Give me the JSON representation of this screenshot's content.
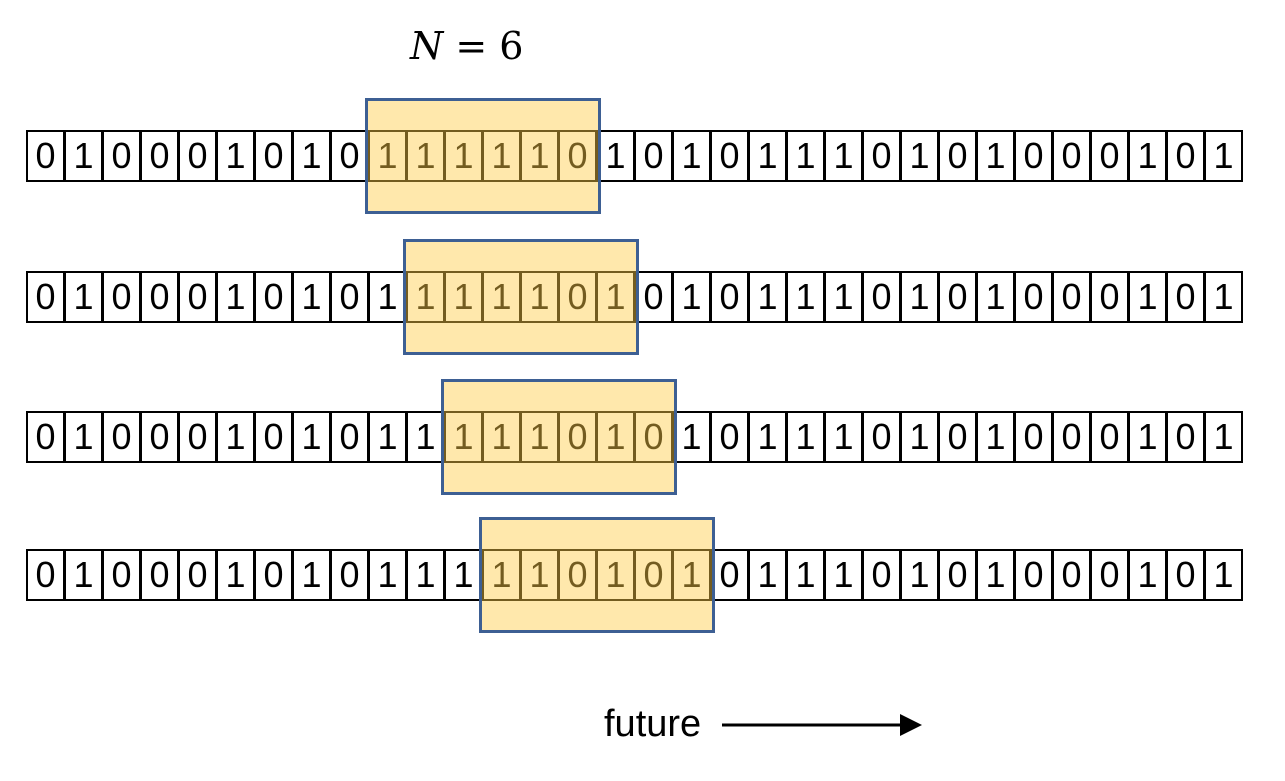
{
  "equation": {
    "variable": "N",
    "operator": "=",
    "value": "6"
  },
  "window_size": 6,
  "rows": [
    {
      "bits": [
        "0",
        "1",
        "0",
        "0",
        "0",
        "1",
        "0",
        "1",
        "0",
        "1",
        "1",
        "1",
        "1",
        "1",
        "0",
        "1",
        "0",
        "1",
        "0",
        "1",
        "1",
        "1",
        "0",
        "1",
        "0",
        "1",
        "0",
        "0",
        "0",
        "1",
        "0",
        "1"
      ],
      "window_start": 9
    },
    {
      "bits": [
        "0",
        "1",
        "0",
        "0",
        "0",
        "1",
        "0",
        "1",
        "0",
        "1",
        "1",
        "1",
        "1",
        "1",
        "0",
        "1",
        "0",
        "1",
        "0",
        "1",
        "1",
        "1",
        "0",
        "1",
        "0",
        "1",
        "0",
        "0",
        "0",
        "1",
        "0",
        "1"
      ],
      "window_start": 10
    },
    {
      "bits": [
        "0",
        "1",
        "0",
        "0",
        "0",
        "1",
        "0",
        "1",
        "0",
        "1",
        "1",
        "1",
        "1",
        "1",
        "0",
        "1",
        "0",
        "1",
        "0",
        "1",
        "1",
        "1",
        "0",
        "1",
        "0",
        "1",
        "0",
        "0",
        "0",
        "1",
        "0",
        "1"
      ],
      "window_start": 11
    },
    {
      "bits": [
        "0",
        "1",
        "0",
        "0",
        "0",
        "1",
        "0",
        "1",
        "0",
        "1",
        "1",
        "1",
        "1",
        "1",
        "0",
        "1",
        "0",
        "1",
        "0",
        "1",
        "1",
        "1",
        "0",
        "1",
        "0",
        "1",
        "0",
        "0",
        "0",
        "1",
        "0",
        "1"
      ],
      "window_start": 12
    }
  ],
  "arrow": {
    "label": "future",
    "icon": "right-arrow-icon"
  },
  "colors": {
    "window_fill": "#ffd567",
    "window_border": "#3d5f93"
  }
}
